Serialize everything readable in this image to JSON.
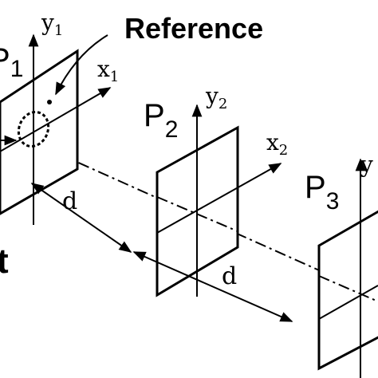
{
  "diagram": {
    "reference_label": "Reference",
    "plane1": {
      "name_base": "P",
      "name_sub": "1",
      "y_base": "y",
      "y_sub": "1",
      "x_base": "x",
      "x_sub": "1"
    },
    "plane2": {
      "name_base": "P",
      "name_sub": "2",
      "y_base": "y",
      "y_sub": "2",
      "x_base": "x",
      "x_sub": "2"
    },
    "plane3": {
      "name_base": "P",
      "name_sub": "3",
      "y_base": "y"
    },
    "distance_1": "d",
    "distance_2": "d",
    "cropped_left_glyph": "t"
  }
}
